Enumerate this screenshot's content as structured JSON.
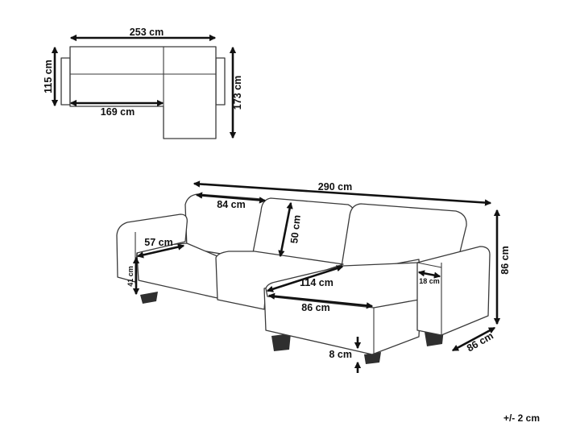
{
  "labels": {
    "plan_width": "253 cm",
    "plan_seat_depth": "115 cm",
    "plan_total_depth": "173 cm",
    "plan_sofa_width": "169 cm",
    "total_width": "290 cm",
    "back_cushion_width": "84 cm",
    "back_cushion_height": "50 cm",
    "seat_depth": "57 cm",
    "seat_height": "41 cm",
    "chaise_length": "114 cm",
    "chaise_width": "86 cm",
    "armrest_width": "18 cm",
    "total_height": "86 cm",
    "total_depth": "86 cm",
    "leg_height": "8 cm"
  },
  "tolerance": "+/- 2 cm",
  "colors": {
    "line": "#3a3a3a",
    "arrow": "#111111",
    "background": "#ffffff"
  }
}
